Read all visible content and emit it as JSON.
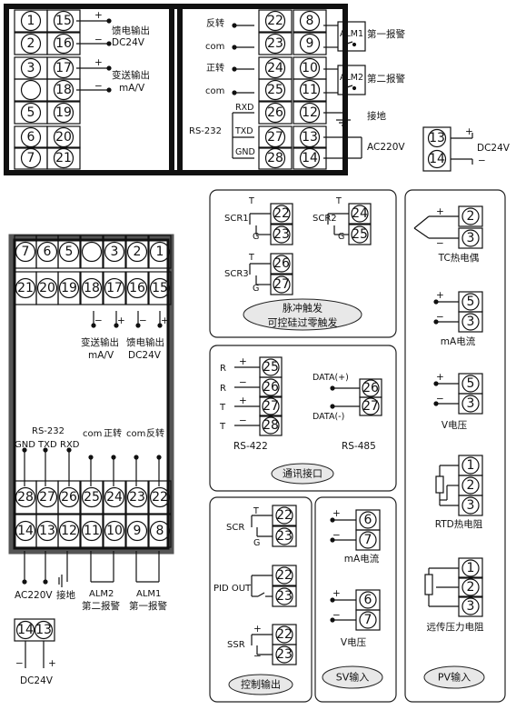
{
  "top_block": {
    "left_numbers": [
      "1",
      "2",
      "3",
      "",
      "5",
      "6",
      "7"
    ],
    "right_numbers": [
      "15",
      "16",
      "17",
      "18",
      "19",
      "20",
      "21"
    ],
    "signal_labels": {
      "feed_output": "馈电输出",
      "feed_voltage": "DC24V",
      "transmit_output": "变送输出",
      "transmit_unit": "mA/V"
    },
    "plus_sign": "+",
    "minus_sign": "−",
    "mid_labels": [
      "反转",
      "com",
      "正转",
      "com"
    ],
    "rxd": "RXD",
    "rs232": "RS-232",
    "txd": "TXD",
    "gnd": "GND",
    "col3_numbers": [
      "22",
      "23",
      "24",
      "25",
      "26",
      "27",
      "28"
    ],
    "col4_numbers": [
      "8",
      "9",
      "10",
      "11",
      "12",
      "13",
      "14"
    ],
    "alm1": "ALM1",
    "alarm1": "第一报警",
    "alm2": "ALM2",
    "alarm2": "第二报警",
    "ground": "接地",
    "ac_power": "AC220V",
    "dc_numbers": [
      "13",
      "14"
    ],
    "dc_label": "DC24V"
  },
  "side_block": {
    "top_row": [
      "7",
      "6",
      "5",
      "",
      "3",
      "2",
      "1"
    ],
    "second_row": [
      "21",
      "20",
      "19",
      "18",
      "17",
      "16",
      "15"
    ],
    "transmit_output": "变送输出",
    "transmit_unit": "mA/V",
    "feed_output": "馈电输出",
    "feed_voltage": "DC24V",
    "rs232": "RS-232",
    "gnd": "GND",
    "txd": "TXD",
    "rxd": "RXD",
    "com1": "com",
    "forward": "正转",
    "com2": "com",
    "reverse": "反转",
    "third_row": [
      "28",
      "27",
      "26",
      "25",
      "24",
      "23",
      "22"
    ],
    "bottom_row": [
      "14",
      "13",
      "12",
      "11",
      "10",
      "9",
      "8"
    ],
    "ac_power": "AC220V",
    "ground": "接地",
    "alm2": "ALM2",
    "alarm2": "第二报警",
    "alm1": "ALM1",
    "alarm1": "第一报警",
    "dc_numbers": [
      "14",
      "13"
    ],
    "dc_label": "DC24V"
  },
  "pulse_trigger": {
    "t": "T",
    "g": "G",
    "scr1": "SCR1",
    "scr1_numbers": [
      "22",
      "23"
    ],
    "scr2": "SCR2",
    "scr2_numbers": [
      "24",
      "25"
    ],
    "scr3": "SCR3",
    "scr3_numbers": [
      "26",
      "27"
    ],
    "title_line1": "脉冲触发",
    "title_line2": "可控硅过零触发"
  },
  "comm": {
    "r": "R",
    "t": "T",
    "rs422_numbers": [
      "25",
      "26",
      "27",
      "28"
    ],
    "rs422": "RS-422",
    "data_plus": "DATA(+)",
    "data_minus": "DATA(-)",
    "rs485_numbers": [
      "26",
      "27"
    ],
    "rs485": "RS-485",
    "title": "通讯接口"
  },
  "control_output": {
    "scr": "SCR",
    "t": "T",
    "g": "G",
    "scr_numbers": [
      "22",
      "23"
    ],
    "pid_out": "PID OUT",
    "pid_numbers": [
      "22",
      "23"
    ],
    "ssr": "SSR",
    "ssr_numbers": [
      "22",
      "23"
    ],
    "title": "控制输出"
  },
  "sv_input": {
    "ma_numbers": [
      "6",
      "7"
    ],
    "ma_label": "mA电流",
    "v_numbers": [
      "6",
      "7"
    ],
    "v_label": "V电压",
    "title": "SV输入"
  },
  "pv_input": {
    "tc_numbers": [
      "2",
      "3"
    ],
    "tc_label": "TC热电偶",
    "ma_numbers": [
      "5",
      "3"
    ],
    "ma_label": "mA电流",
    "v_numbers": [
      "5",
      "3"
    ],
    "v_label": "V电压",
    "rtd_numbers": [
      "1",
      "2",
      "3"
    ],
    "rtd_label": "RTD热电阻",
    "remote_numbers": [
      "1",
      "2",
      "3"
    ],
    "remote_label": "远传压力电阻",
    "title": "PV输入"
  }
}
